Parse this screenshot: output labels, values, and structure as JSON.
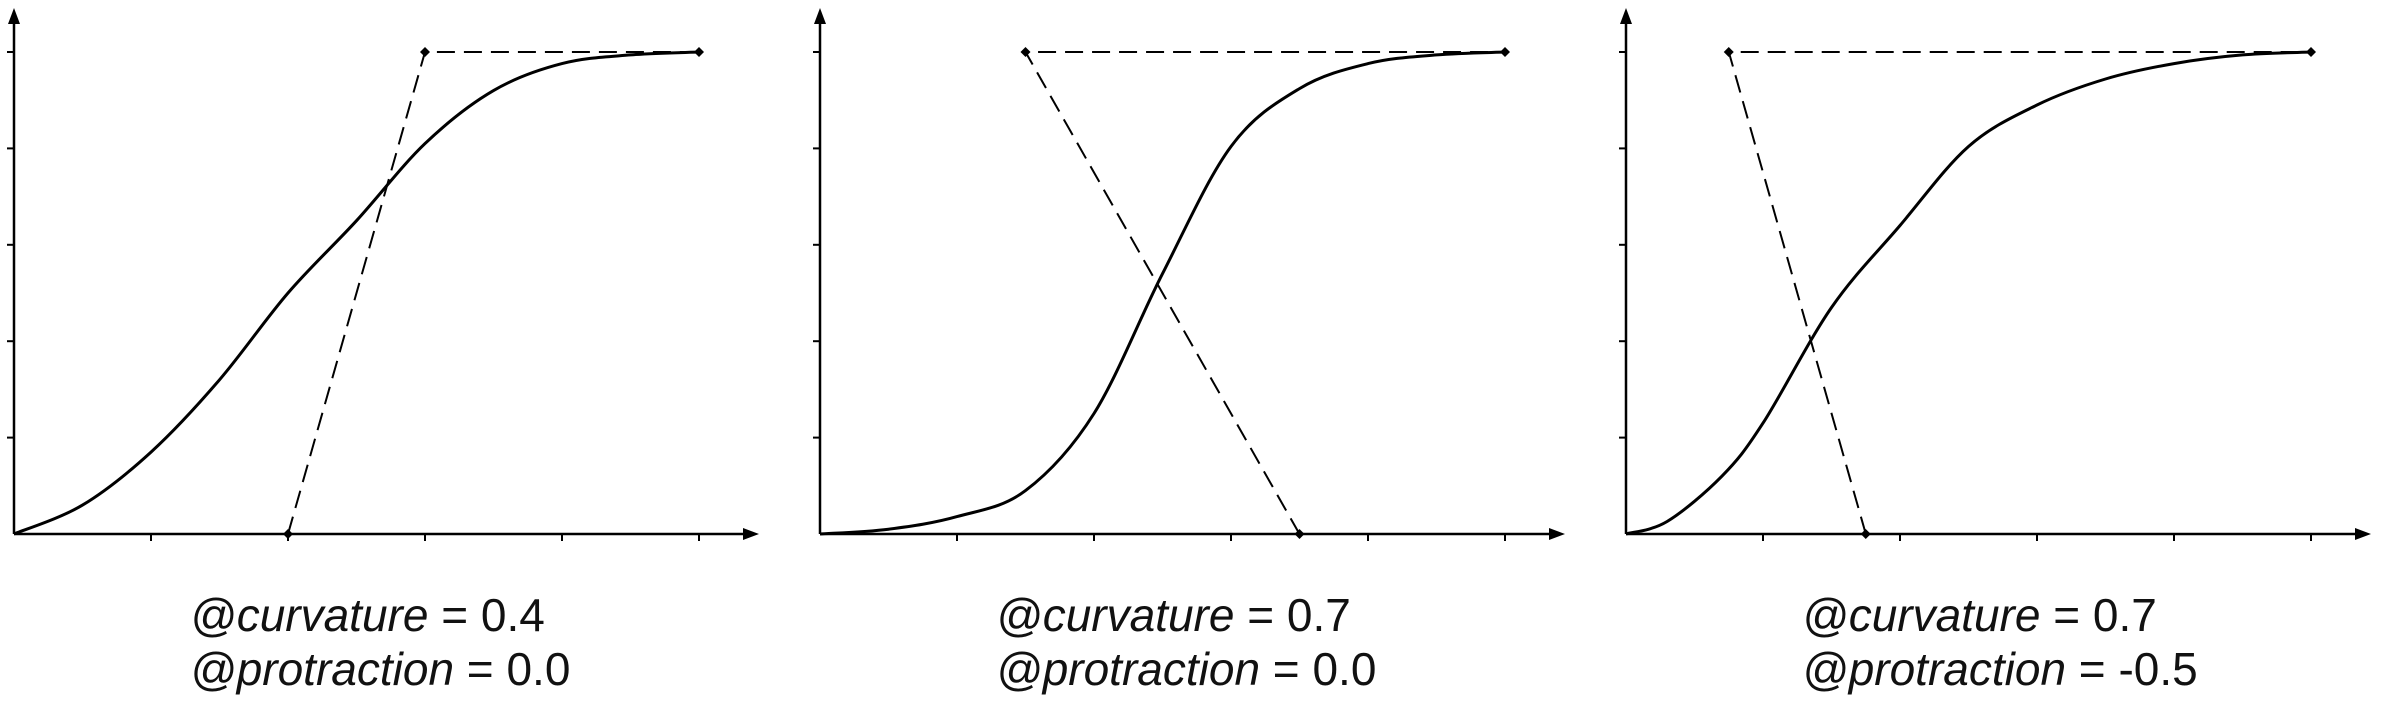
{
  "chart_data": [
    {
      "type": "line",
      "title": "",
      "xlabel": "",
      "ylabel": "",
      "xlim": [
        0,
        5.5
      ],
      "ylim": [
        0,
        5.3
      ],
      "xticks": [
        1,
        2,
        3,
        4,
        5
      ],
      "yticks": [
        1,
        2,
        3,
        4,
        5
      ],
      "grid": false,
      "series": [
        {
          "style": "solid",
          "x": [
            0,
            0.5,
            1,
            1.5,
            2,
            2.5,
            3,
            3.5,
            4,
            4.5,
            5
          ],
          "y": [
            0,
            0.3,
            0.85,
            1.6,
            2.5,
            3.25,
            4.05,
            4.6,
            4.88,
            4.97,
            5
          ]
        },
        {
          "style": "dashed",
          "markers": "diamond",
          "x": [
            2,
            3,
            5
          ],
          "y": [
            0,
            5,
            5
          ]
        }
      ],
      "params": {
        "curvature_label": "@curvature",
        "curvature_eq": " = 0.4",
        "protraction_label": "@protraction",
        "protraction_eq": " = 0.0"
      }
    },
    {
      "type": "line",
      "title": "",
      "xlabel": "",
      "ylabel": "",
      "xlim": [
        0,
        5.5
      ],
      "ylim": [
        0,
        5.3
      ],
      "xticks": [
        1,
        2,
        3,
        4,
        5
      ],
      "yticks": [
        1,
        2,
        3,
        4,
        5
      ],
      "grid": false,
      "series": [
        {
          "style": "solid",
          "x": [
            0,
            0.5,
            1,
            1.5,
            2,
            2.5,
            3,
            3.5,
            4,
            4.5,
            5
          ],
          "y": [
            0,
            0.05,
            0.18,
            0.45,
            1.25,
            2.7,
            4.02,
            4.62,
            4.88,
            4.97,
            5
          ]
        },
        {
          "style": "dashed",
          "markers": "diamond",
          "x": [
            3.5,
            1.5,
            5
          ],
          "y": [
            0,
            5,
            5
          ]
        }
      ],
      "params": {
        "curvature_label": "@curvature",
        "curvature_eq": " = 0.7",
        "protraction_label": "@protraction",
        "protraction_eq": " = 0.0"
      }
    },
    {
      "type": "line",
      "title": "",
      "xlabel": "",
      "ylabel": "",
      "xlim": [
        0,
        5.5
      ],
      "ylim": [
        0,
        5.3
      ],
      "xticks": [
        1,
        2,
        3,
        4,
        5
      ],
      "yticks": [
        1,
        2,
        3,
        4,
        5
      ],
      "grid": false,
      "series": [
        {
          "style": "solid",
          "x": [
            0,
            0.3,
            0.7,
            1,
            1.5,
            2,
            2.5,
            3,
            3.5,
            4,
            4.5,
            5
          ],
          "y": [
            0,
            0.13,
            0.6,
            1.15,
            2.35,
            3.2,
            4.02,
            4.45,
            4.72,
            4.88,
            4.97,
            5
          ]
        },
        {
          "style": "dashed",
          "markers": "diamond",
          "x": [
            1.75,
            0.75,
            5
          ],
          "y": [
            0,
            5,
            5
          ]
        }
      ],
      "params": {
        "curvature_label": "@curvature",
        "curvature_eq": " = 0.7",
        "protraction_label": "@protraction",
        "protraction_eq": " = -0.5"
      }
    }
  ]
}
